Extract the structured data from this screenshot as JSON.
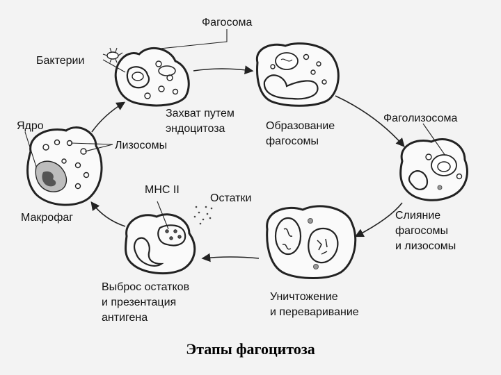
{
  "labels": {
    "phagosome": "Фагосома",
    "bacteria": "Бактерии",
    "nucleus": "Ядро",
    "lysosomes": "Лизосомы",
    "macrophage": "Макрофаг",
    "capture_line1": "Захват путем",
    "capture_line2": "эндоцитоза",
    "formation_line1": "Образование",
    "formation_line2": "фагосомы",
    "phagolysosome": "Фаголизосома",
    "fusion_line1": "Слияние",
    "fusion_line2": "фагосомы",
    "fusion_line3": "и лизосомы",
    "destruction_line1": "Уничтожение",
    "destruction_line2": "и переваривание",
    "mhc": "MHC II",
    "remnants": "Остатки",
    "release_line1": "Выброс остатков",
    "release_line2": "и презентация",
    "release_line3": "антигена"
  },
  "caption": "Этапы фагоцитоза"
}
